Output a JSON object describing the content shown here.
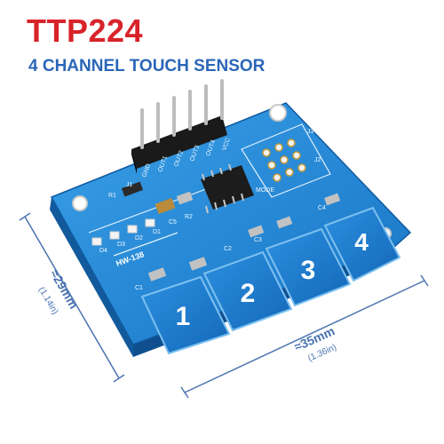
{
  "header": {
    "title": "TTP224",
    "subtitle": "4 CHANNEL TOUCH SENSOR"
  },
  "board": {
    "model_label": "HW-138",
    "pads": [
      "1",
      "2",
      "3",
      "4"
    ],
    "pin_labels": [
      "VCC",
      "OUT4",
      "OUT3",
      "OUT2",
      "OUT1",
      "GND"
    ],
    "silk_labels": {
      "r1": "R1",
      "r2": "R2",
      "c1": "C1",
      "c2": "C2",
      "c3": "C3",
      "c4": "C4",
      "c5": "C5",
      "d1": "D1",
      "d2": "D2",
      "d3": "D3",
      "d4": "D4",
      "j1": "J1",
      "j2": "J2",
      "j3": "J3",
      "mode": "MODE"
    }
  },
  "dimensions": {
    "height_main": "≈29mm",
    "height_sub": "(1.14in)",
    "width_main": "≈35mm",
    "width_sub": "(1.36in)"
  },
  "colors": {
    "title": "#d8232a",
    "subtitle": "#2a66b8",
    "pcb": "#1e86d6",
    "pad": "#1a78c8",
    "dimension_line": "#4a73b0"
  }
}
